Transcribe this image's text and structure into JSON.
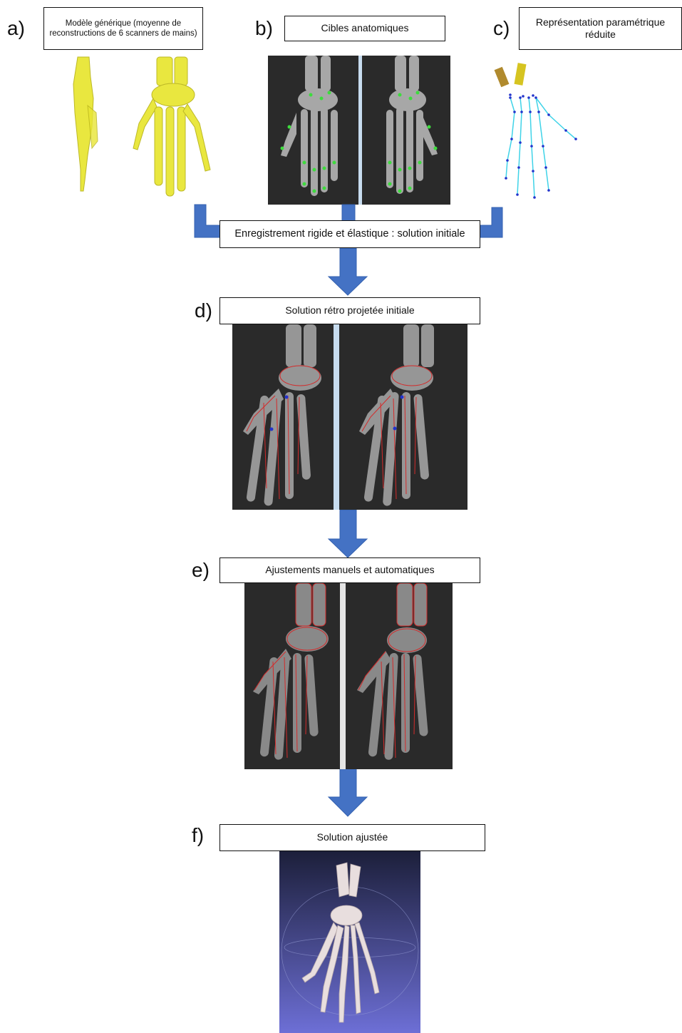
{
  "panels": {
    "a": {
      "letter": "a)",
      "title": "Modèle générique (moyenne de reconstructions de 6 scanners de mains)"
    },
    "b": {
      "letter": "b)",
      "title": "Cibles anatomiques"
    },
    "c": {
      "letter": "c)",
      "title": "Représentation paramétrique réduite"
    },
    "d": {
      "letter": "d)",
      "title": "Solution rétro projetée initiale"
    },
    "e": {
      "letter": "e)",
      "title": "Ajustements manuels et automatiques"
    },
    "f": {
      "letter": "f)",
      "title": "Solution ajustée"
    }
  },
  "registration_step": {
    "label": "Enregistrement rigide et élastique : solution initiale"
  },
  "colors": {
    "arrow": "#4472c4",
    "bone_model": "#e8e635",
    "target_marker": "#3ddc3d",
    "param_model": "#3fd3e8",
    "param_joint": "#2233cc",
    "projection_contour": "#d42a2a",
    "xray_background": "#2a2a2a",
    "render_background_top": "#1c1f3a",
    "render_background_bottom": "#6d6fd6"
  },
  "icons": [
    "hand-skeleton-yellow-model",
    "hand-xray-images",
    "parametric-stick-model",
    "bone-3d-render"
  ]
}
